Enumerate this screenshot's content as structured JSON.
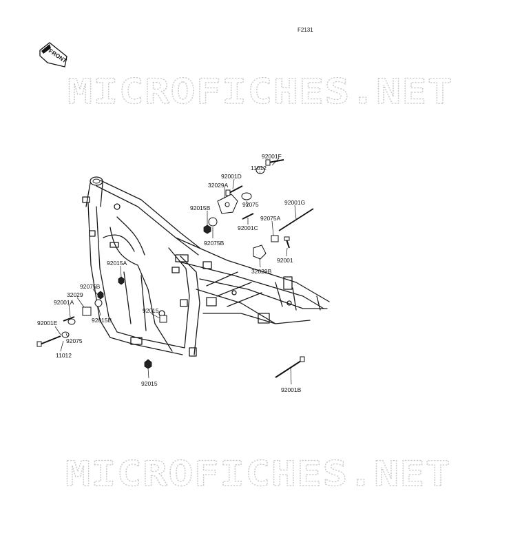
{
  "diagram": {
    "code": "F2131",
    "front_label": "FRONT",
    "watermarks": [
      "MICROFICHES.NET",
      "MICROFICHES.NET"
    ],
    "parts": [
      {
        "id": "p-92001F",
        "label": "92001F"
      },
      {
        "id": "p-11012-top",
        "label": "11012"
      },
      {
        "id": "p-92001D",
        "label": "92001D"
      },
      {
        "id": "p-32029A",
        "label": "32029A"
      },
      {
        "id": "p-92075-top",
        "label": "92075"
      },
      {
        "id": "p-92001G",
        "label": "92001G"
      },
      {
        "id": "p-92015B-top",
        "label": "92015B"
      },
      {
        "id": "p-92001C",
        "label": "92001C"
      },
      {
        "id": "p-92075A",
        "label": "92075A"
      },
      {
        "id": "p-92075B-top",
        "label": "92075B"
      },
      {
        "id": "p-92001",
        "label": "92001"
      },
      {
        "id": "p-32029B",
        "label": "32029B"
      },
      {
        "id": "p-92015A",
        "label": "92015A"
      },
      {
        "id": "p-92075B-left",
        "label": "92075B"
      },
      {
        "id": "p-32029",
        "label": "32029"
      },
      {
        "id": "p-92001A",
        "label": "92001A"
      },
      {
        "id": "p-92015B-left",
        "label": "92015B"
      },
      {
        "id": "p-92015-mid",
        "label": "92015"
      },
      {
        "id": "p-92001E",
        "label": "92001E"
      },
      {
        "id": "p-92075-left",
        "label": "92075"
      },
      {
        "id": "p-11012-left",
        "label": "11012"
      },
      {
        "id": "p-92015-bottom",
        "label": "92015"
      },
      {
        "id": "p-92001B",
        "label": "92001B"
      }
    ]
  }
}
